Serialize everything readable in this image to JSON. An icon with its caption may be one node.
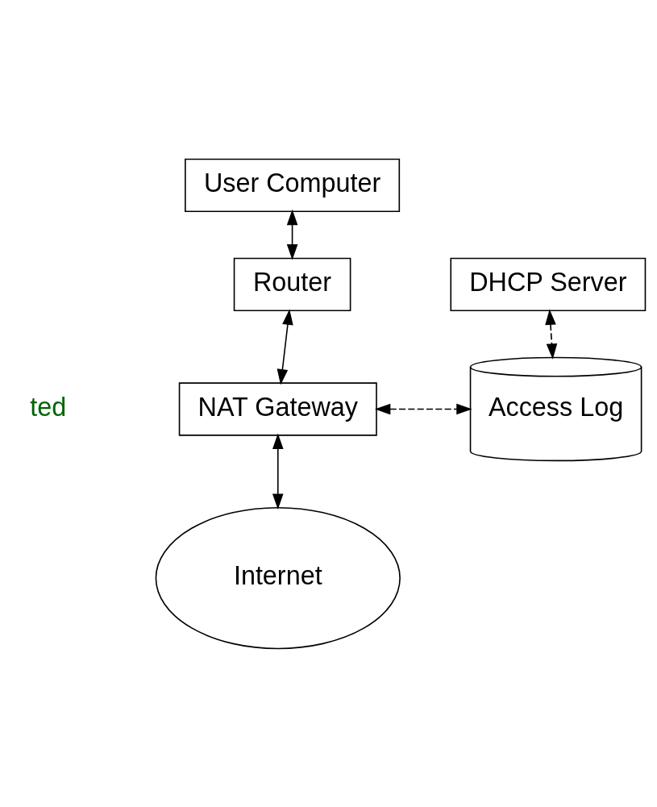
{
  "diagram": {
    "nodes": [
      {
        "text": [
          "User Computer"
        ]
      },
      {
        "text": [
          "Router"
        ]
      },
      {
        "text": [
          "DHCP Server"
        ]
      },
      {
        "text": [
          "NAT Gateway"
        ]
      },
      {
        "text": [
          "Access Log"
        ]
      },
      {
        "text": [
          "Internet"
        ]
      }
    ],
    "edges": [
      {
        "from": 0,
        "to": 1,
        "arrow": "both"
      },
      {
        "from": 1,
        "to": 3,
        "arrow": "both"
      },
      {
        "from": 2,
        "to": 4,
        "arrow": "both",
        "style": "dashed"
      },
      {
        "from": 3,
        "to": 4,
        "arrow": "both",
        "style": "dashed"
      },
      {
        "from": 3,
        "to": 5,
        "arrow": "both"
      }
    ],
    "labels": [
      "ted"
    ]
  }
}
